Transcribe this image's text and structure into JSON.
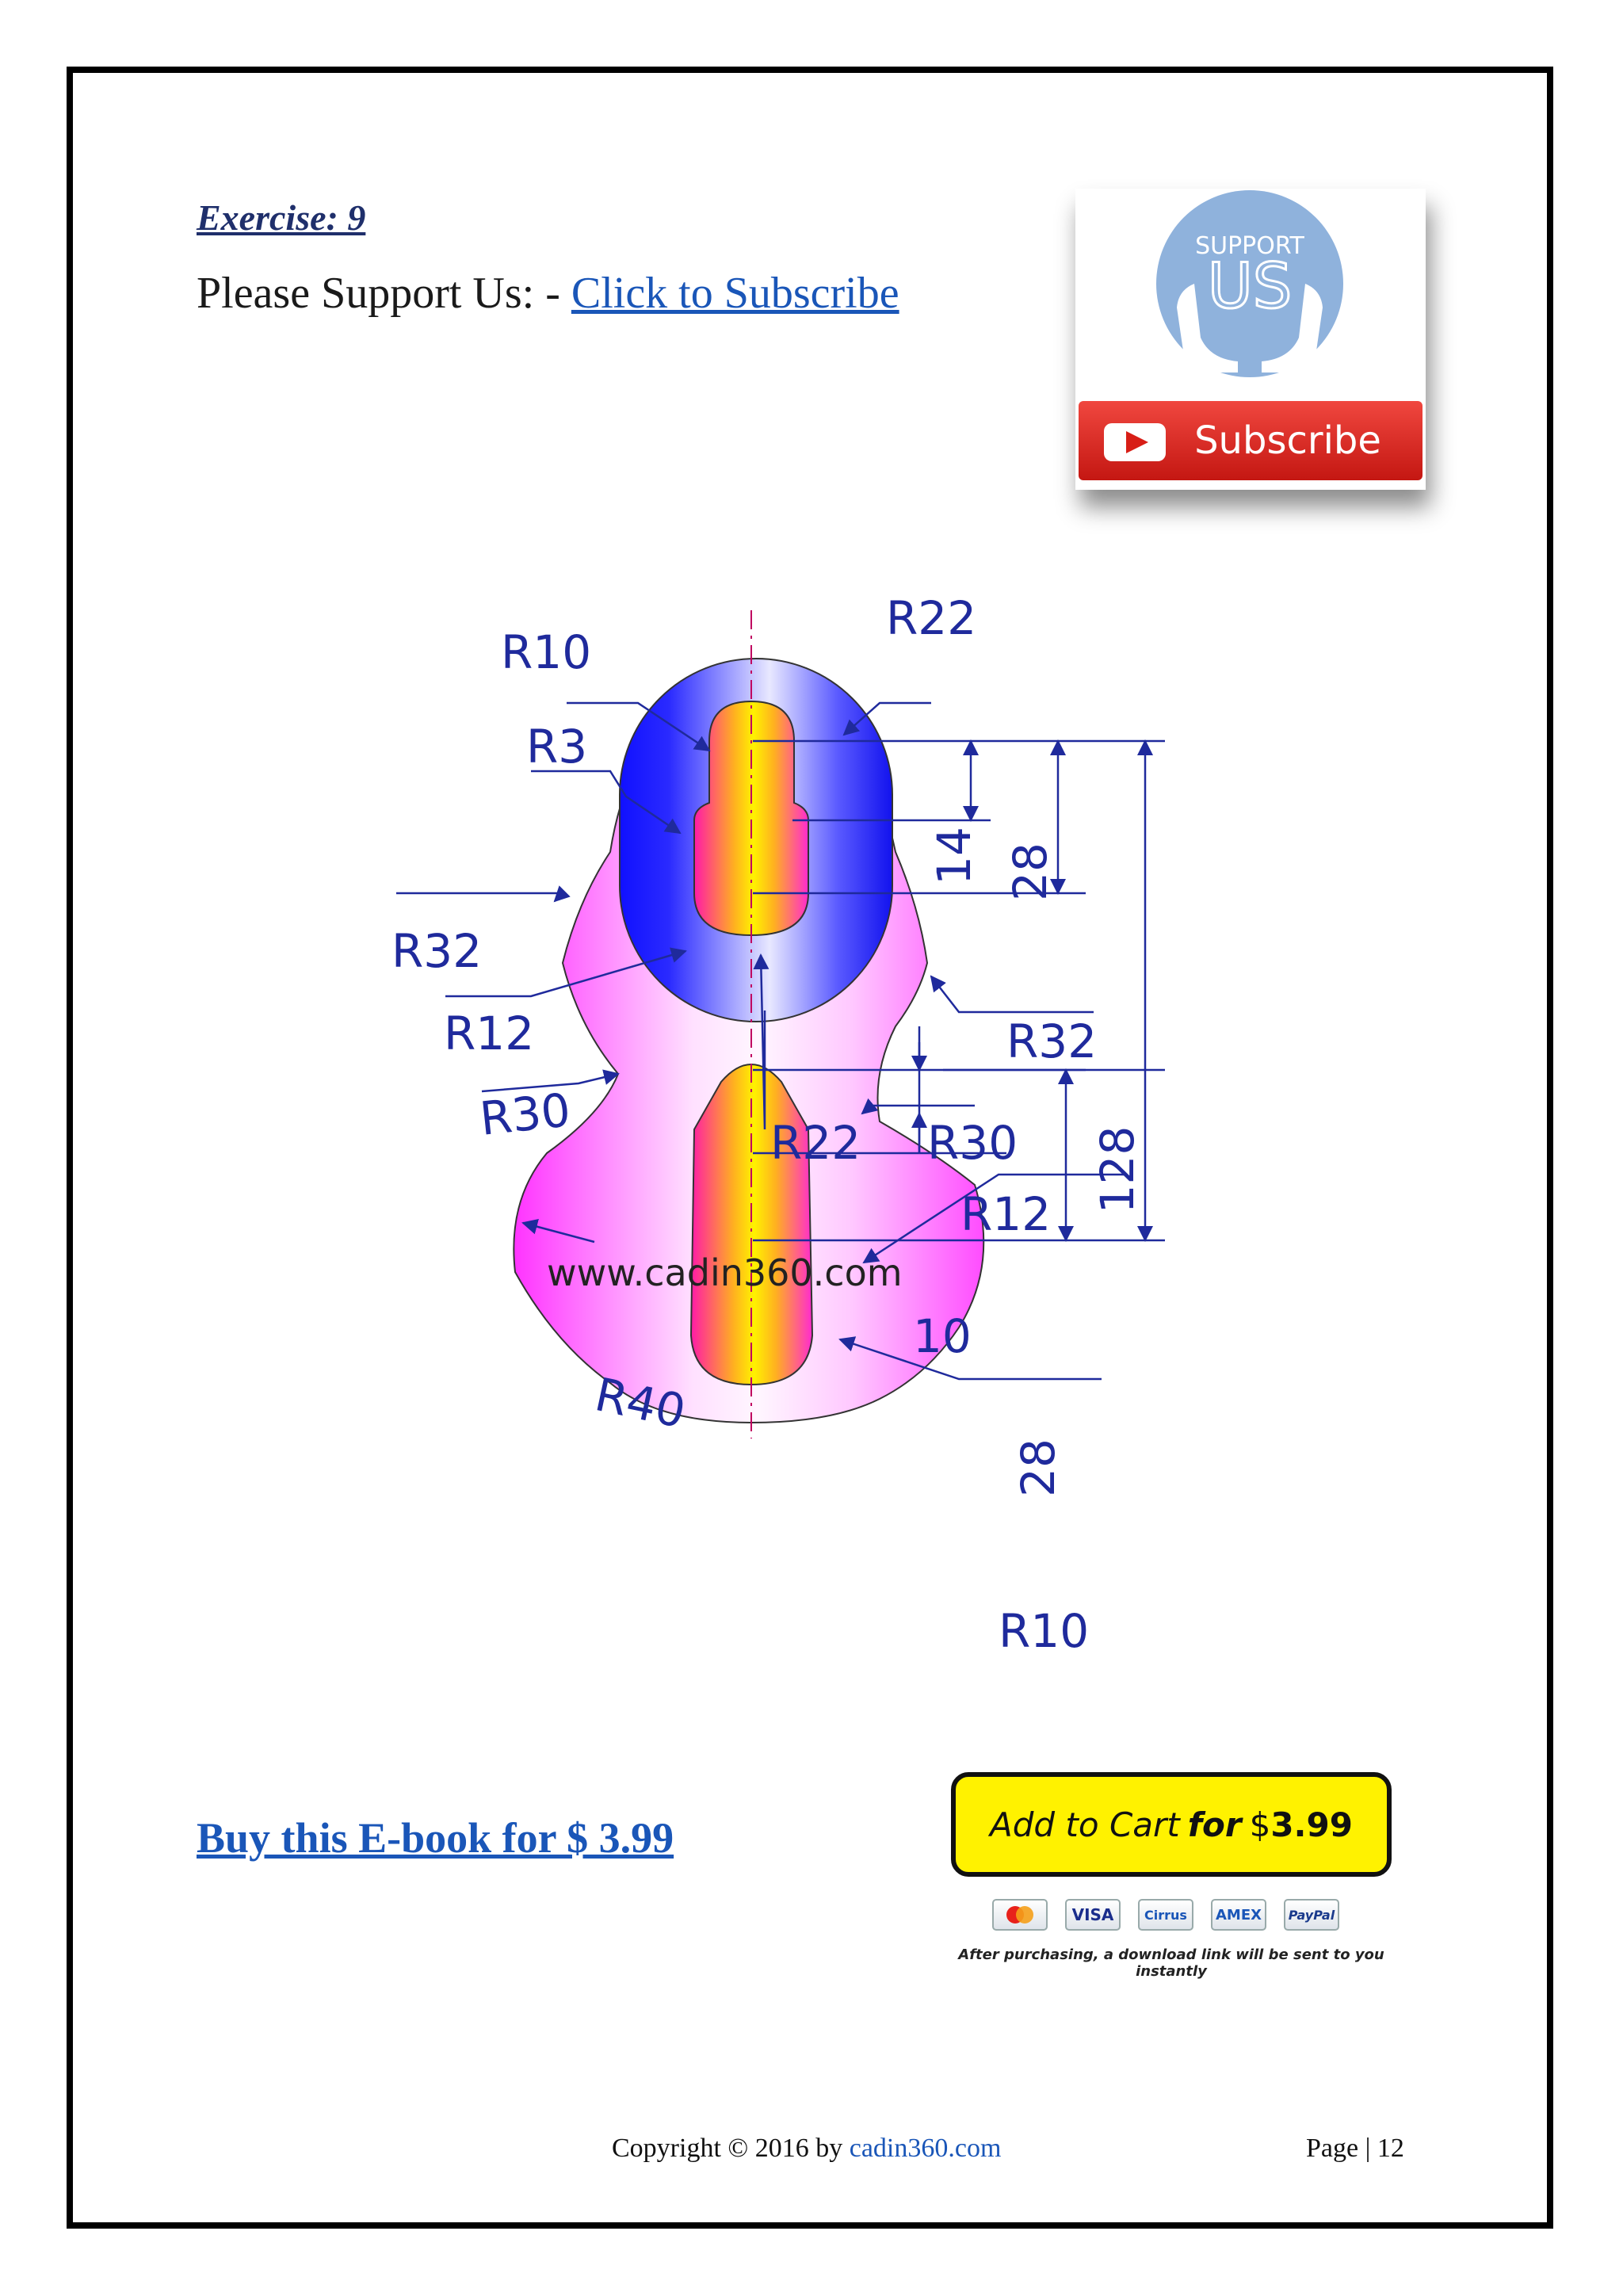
{
  "exercise": {
    "title": "Exercise: 9"
  },
  "support": {
    "prefix": "Please Support Us: - ",
    "link_text": "Click to Subscribe"
  },
  "subscribe_card": {
    "badge_top": "SUPPORT",
    "badge_main": "US",
    "button_label": "Subscribe"
  },
  "drawing": {
    "labels": {
      "r10_top": "R10",
      "r22_top": "R22",
      "r3": "R3",
      "r32_left": "R32",
      "r12_left": "R12",
      "r30_left": "R30",
      "r32_right": "R32",
      "r22_mid": "R22",
      "r30_right": "R30",
      "r12_right": "R12",
      "r40": "R40",
      "r10_bottom": "R10",
      "d14": "14",
      "d28_top": "28",
      "d128": "128",
      "d10": "10",
      "d28_bottom": "28",
      "watermark": "www.cadin360.com"
    }
  },
  "buy": {
    "link_text": "Buy this E-book for $ 3.99"
  },
  "cart": {
    "part1": "Add to Cart ",
    "part2": "for",
    "currency": "$",
    "price": "3.99"
  },
  "payments": {
    "cards": [
      "",
      "VISA",
      "Cirrus",
      "AMEX",
      "PayPal"
    ],
    "note": "After purchasing, a download link will be sent to you instantly"
  },
  "footer": {
    "copyright_prefix": "Copyright © 2016 by ",
    "copyright_site": "cadin360.com",
    "page_label": "Page | 12"
  },
  "colors": {
    "link": "#1a56b8",
    "dimension": "#1f2a9c",
    "part_fill": "#ff33ff",
    "slot_inner": "#1a1aff",
    "cart_yellow": "#fff200",
    "subscribe_red": "#e02420"
  }
}
